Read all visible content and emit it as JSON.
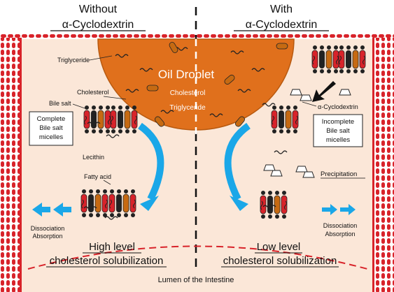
{
  "header": {
    "left_line1": "Without",
    "left_line2": "α-Cyclodextrin",
    "right_line1": "With",
    "right_line2": "α-Cyclodextrin"
  },
  "droplet": {
    "title": "Oil Droplet",
    "line1": "Cholesterol",
    "line2": "Triglyceride"
  },
  "labels": {
    "triglyceride": "Triglyceride",
    "cholesterol": "Cholesterol",
    "bile_salt": "Bile salt",
    "lecithin": "Lecithin",
    "fatty_acid": "Fatty acid",
    "cyclodextrin": "α-Cyclodextrin",
    "precipitation": "Precipitation",
    "complete_box": [
      "Complete",
      "Bile salt",
      "micelles"
    ],
    "incomplete_box": [
      "Incomplete",
      "Bile salt",
      "micelles"
    ],
    "dissociation_left": [
      "Dissociation",
      "Absorption"
    ],
    "dissociation_right": [
      "Dissociation",
      "Absorption"
    ],
    "high_level": [
      "High level",
      "cholesterol solubilization"
    ],
    "low_level": [
      "Low level",
      "cholesterol solubilization"
    ],
    "lumen": "Lumen of the Intestine"
  },
  "colors": {
    "oil": "#e0701c",
    "villi": "#d8232a",
    "lumen_bg": "#fbe7d8",
    "arrow_blue": "#1aa7e8",
    "bile_red": "#d8232a",
    "cholesterol_brown": "#c66a12"
  }
}
